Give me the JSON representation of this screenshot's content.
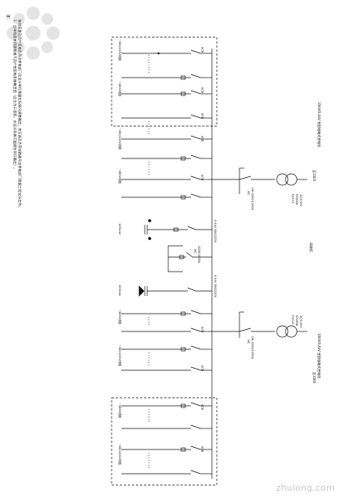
{
  "notes": {
    "heading": "注：",
    "line1": "1、此单线图参照建筑电气用户变配电系统典型图（此仅为示意图，本设计系统可据规划另行确定）。",
    "line2": "装机容量及用户用电负荷由供电部门及设计单位根据实际情况调整确定，变压器及负荷线路编号由供电部门根据工程实际定夺。"
  },
  "transformers": [
    {
      "source_label": "10kV/0.4kV 变配电箱式变电站",
      "side_note": "至10kV",
      "kva": "630kVA",
      "voltage": "10/0.4kV",
      "vector": "Dyn11",
      "breaker": "NH-3200/1250A",
      "breaker_aux": "MC"
    },
    {
      "source_label": "10kV/0.4kV 变配电箱式变电站",
      "side_note": "至10kV",
      "kva": "630kVA",
      "voltage": "10/0.4kV",
      "vector": "Dyn11",
      "breaker": "NH-3200/1250A",
      "breaker_aux": "MC"
    }
  ],
  "bus": {
    "label1": "0.4kV 380/220V",
    "label2": "0.4kV 380/220V",
    "tie": "2000/1600A",
    "tie_aux": "MC",
    "center_label": "母联柜"
  },
  "capacitor": {
    "label": "100kvar"
  },
  "feeders": {
    "label_a": "~380/220V线路",
    "label_b": "~380V线路",
    "breaker": "ACB"
  },
  "watermark": {
    "text": "zhulong.com"
  }
}
